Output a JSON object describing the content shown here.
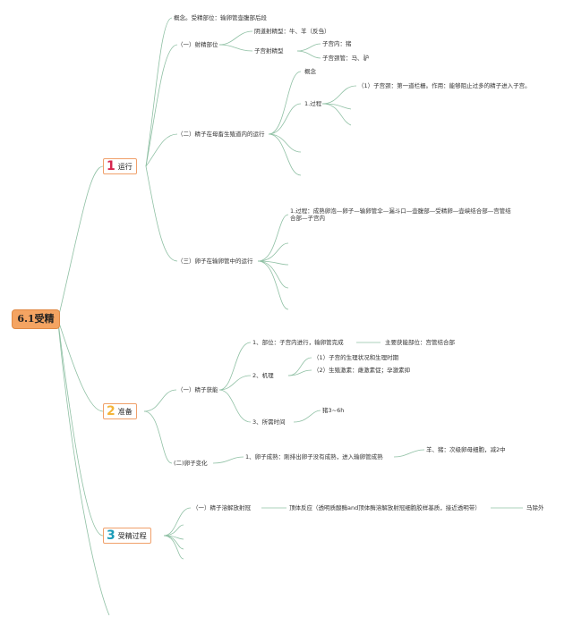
{
  "root": "6.1受精",
  "b1": {
    "num": "1",
    "label": "运行",
    "color": "#d6264f"
  },
  "b2": {
    "num": "2",
    "label": "准备",
    "color": "#f3b43a"
  },
  "b3": {
    "num": "3",
    "label": "受精过程",
    "color": "#1c9cb8"
  },
  "t1": "概念。受精部位：输卵管壶腹部后段",
  "t2": "（一）射精部位",
  "t3": "阴道射精型：牛、羊（反刍）",
  "t4": "子宫射精型",
  "t5": "子宫内：猪",
  "t6": "子宫颈管：马、驴",
  "t7": "概念",
  "t8": "1.过程",
  "t9": "（1）子宫颈：第一道栏栅。作用：能够阻止过多的精子进入子宫。",
  "t10": "（二）精子在母畜生殖道内的运行",
  "t11": "1.过程：成熟卵泡—卵子—输卵管伞—漏斗口—壶腹部—受精卵—壶峡结合部—宫管结合部—子宫内",
  "t12": "（三）卵子在输卵管中的运行",
  "t13": "1、部位：子宫内进行，输卵管完成",
  "t14": "主要获能部位：宫管结合部",
  "t15": "（1）子宫的生理状况和生理时期",
  "t16": "（2）生殖激素：雌激素促；孕激素抑",
  "t17": "2、机理",
  "t18": "（一）精子获能",
  "t19": "猪3~6h",
  "t20": "3、所需时间",
  "t21": "1、卵子成熟：刚排出卵子没有成熟，进入输卵管成熟",
  "t22": "羊、猪：次级卵母细胞，减2中",
  "t23": "(二)卵子变化",
  "t24": "（一）精子溶解放射冠",
  "t25": "顶体反应（透明质酸酶and顶体酶溶解放射冠细胞胶样基质，接近透明带）",
  "t26": "马除外",
  "colors": {
    "line": "#8fc0a4",
    "branch_border": "#f0a06a",
    "root_fill": "#f4a462"
  }
}
